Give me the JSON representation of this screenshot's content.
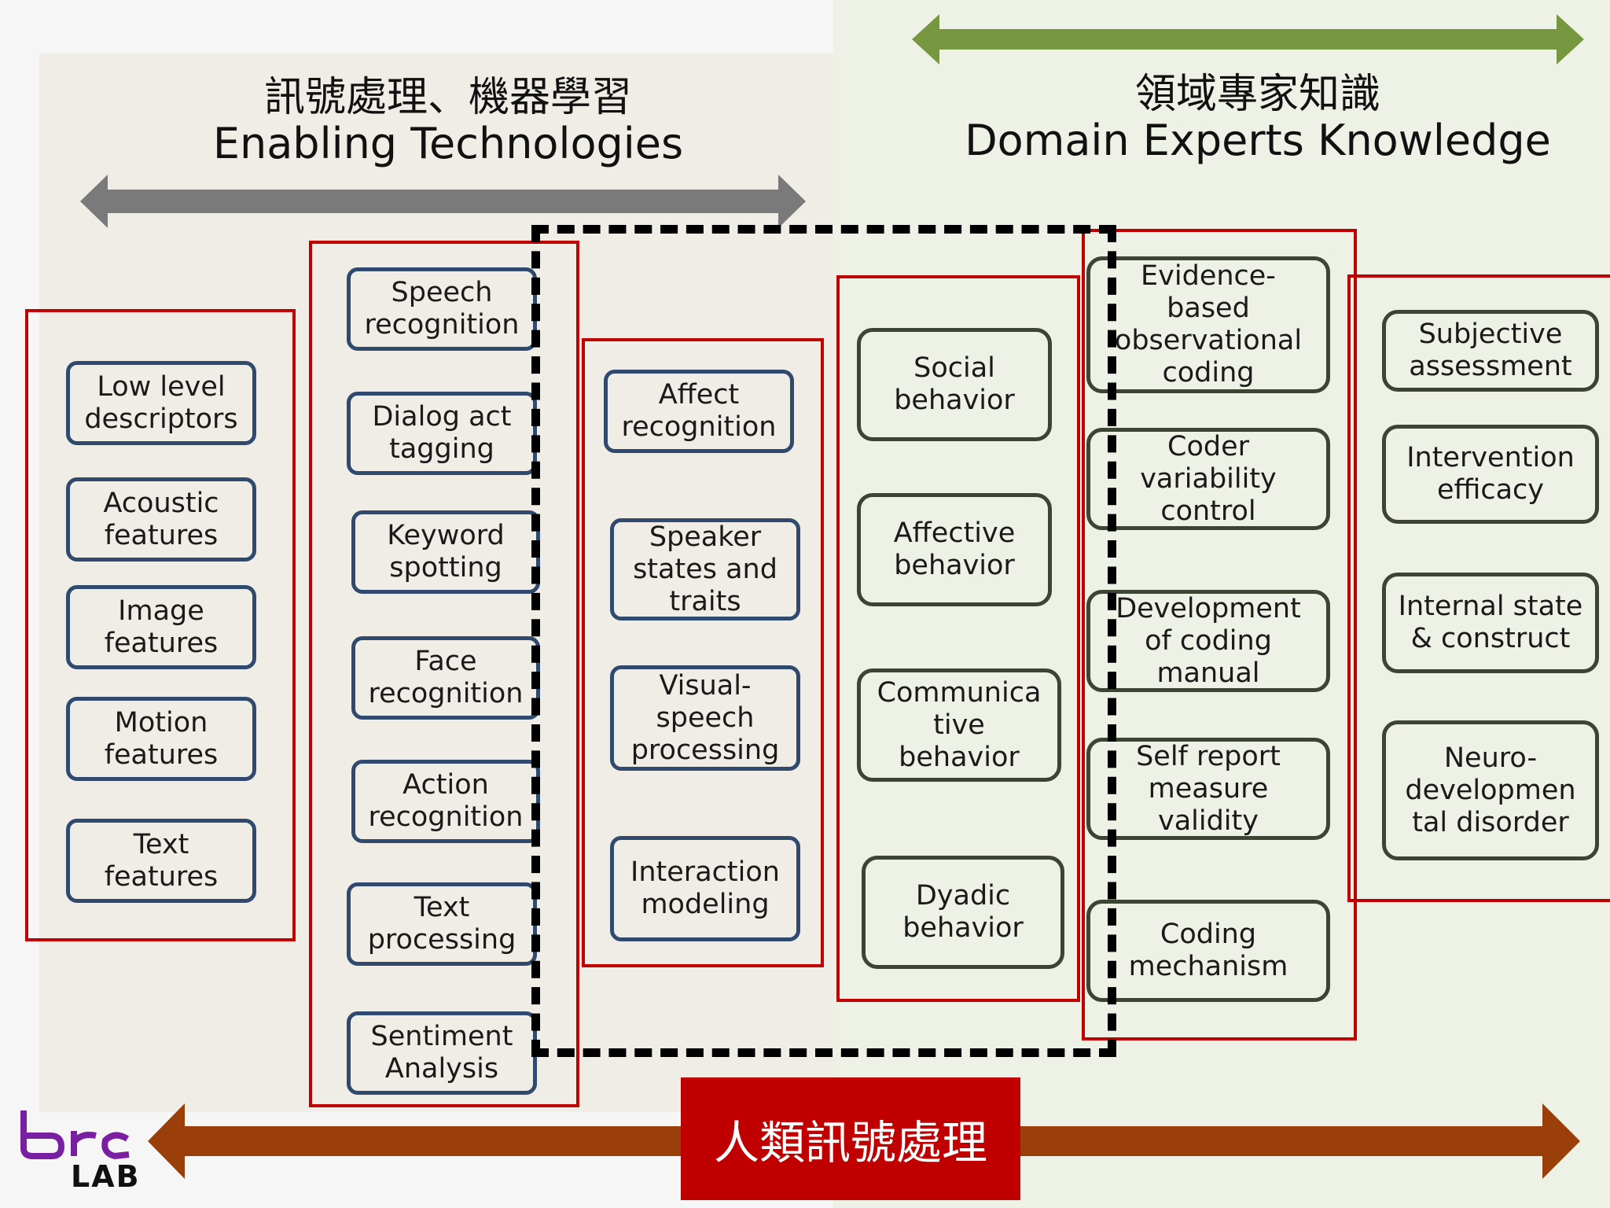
{
  "left_header": {
    "zh": "訊號處理、機器學習",
    "en": "Enabling Technologies"
  },
  "right_header": {
    "zh": "領域專家知識",
    "en": "Domain Experts Knowledge"
  },
  "bottom_label": "人類訊號處理",
  "logo": {
    "text": "LAB",
    "color": "#7b1fa2"
  },
  "colors": {
    "red_border": "#c00000",
    "blue_border": "#2f4a6e",
    "green_border": "#3c4434",
    "gray_arrow": "#7a7a7a",
    "green_arrow": "#76963f",
    "brown_arrow": "#9a3f0a"
  },
  "columns": {
    "features": [
      "Low level\ndescriptors",
      "Acoustic\nfeatures",
      "Image\nfeatures",
      "Motion\nfeatures",
      "Text\nfeatures"
    ],
    "recognition": [
      "Speech\nrecognition",
      "Dialog act\ntagging",
      "Keyword\nspotting",
      "Face\nrecognition",
      "Action\nrecognition",
      "Text\nprocessing",
      "Sentiment\nAnalysis"
    ],
    "modeling": [
      "Affect\nrecognition",
      "Speaker\nstates and\ntraits",
      "Visual-\nspeech\nprocessing",
      "Interaction\nmodeling"
    ],
    "behavior": [
      "Social\nbehavior",
      "Affective\nbehavior",
      "Communica\ntive\nbehavior",
      "Dyadic\nbehavior"
    ],
    "coding": [
      "Evidence-\nbased\nobservational\ncoding",
      "Coder\nvariability\ncontrol",
      "Development\nof coding\nmanual",
      "Self report\nmeasure\nvalidity",
      "Coding\nmechanism"
    ],
    "outcomes": [
      "Subjective\nassessment",
      "Intervention\nefficacy",
      "Internal state\n& construct",
      "Neuro-\ndevelopmen\ntal disorder"
    ]
  }
}
